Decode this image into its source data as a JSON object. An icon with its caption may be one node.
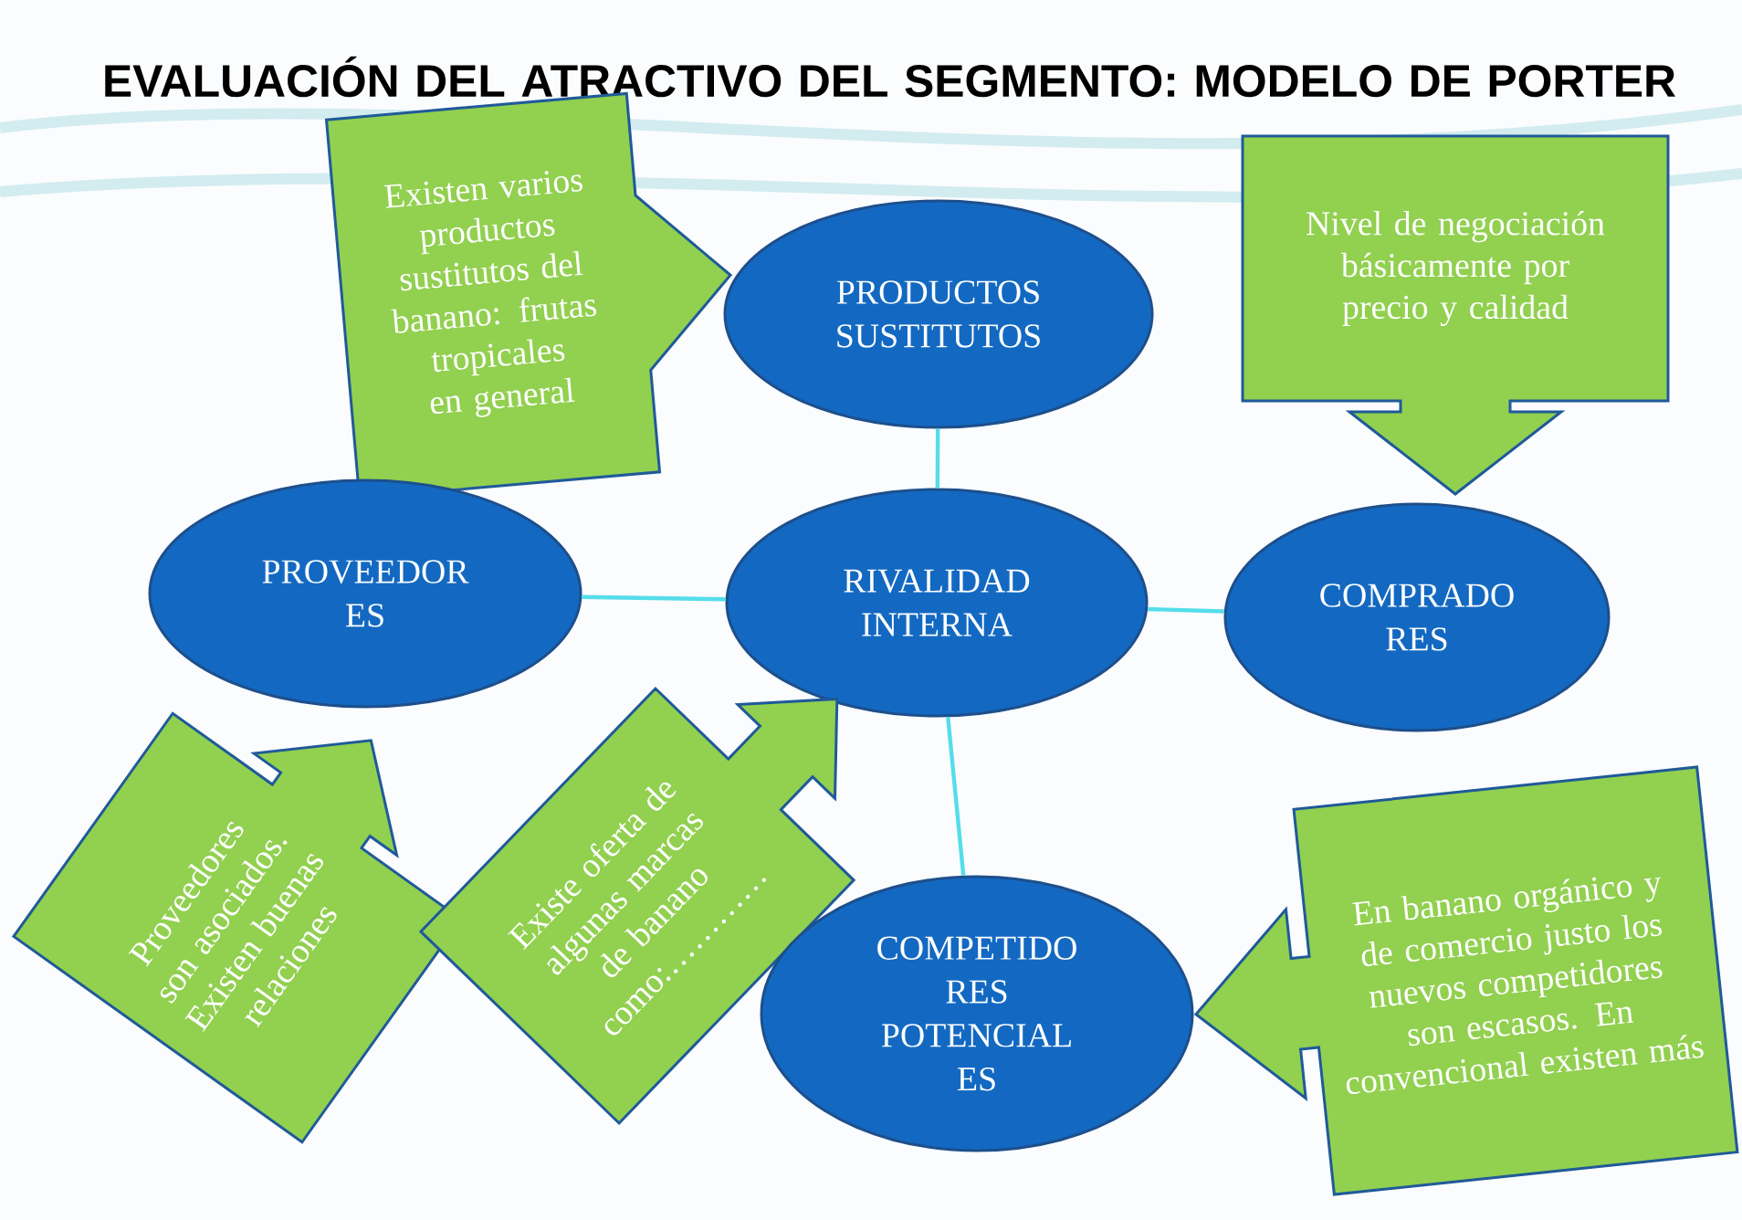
{
  "diagram": {
    "title": "EVALUACIÓN DEL ATRACTIVO DEL SEGMENTO: MODELO DE PORTER",
    "nodes": [
      {
        "text": [
          "PRODUCTOS SUSTITUTOS"
        ]
      },
      {
        "text": [
          "Existen varios productos sustitutos del banano: frutas tropicales en general"
        ]
      },
      {
        "text": [
          "Nivel de negociación básicamente por precio y calidad"
        ]
      },
      {
        "text": [
          "PROVEEDOR ES"
        ]
      },
      {
        "text": [
          "RIVALIDAD INTERNA"
        ]
      },
      {
        "text": [
          "COMPRADO RES"
        ]
      },
      {
        "text": [
          "Proveedores son asociados. Existen buenas relaciones"
        ]
      },
      {
        "text": [
          "Existe oferta de algunas marcas de banano como:…………"
        ]
      },
      {
        "text": [
          "COMPETIDO RES POTENCIAL ES"
        ]
      },
      {
        "text": [
          "En banano orgánico y de comercio justo los nuevos competidores son escasos. En convencional existen más"
        ]
      }
    ],
    "edges": [
      {
        "from": 4,
        "to": 0,
        "arrow": "none"
      },
      {
        "from": 4,
        "to": 3,
        "arrow": "none"
      },
      {
        "from": 4,
        "to": 5,
        "arrow": "none"
      },
      {
        "from": 4,
        "to": 8,
        "arrow": "none"
      }
    ]
  }
}
